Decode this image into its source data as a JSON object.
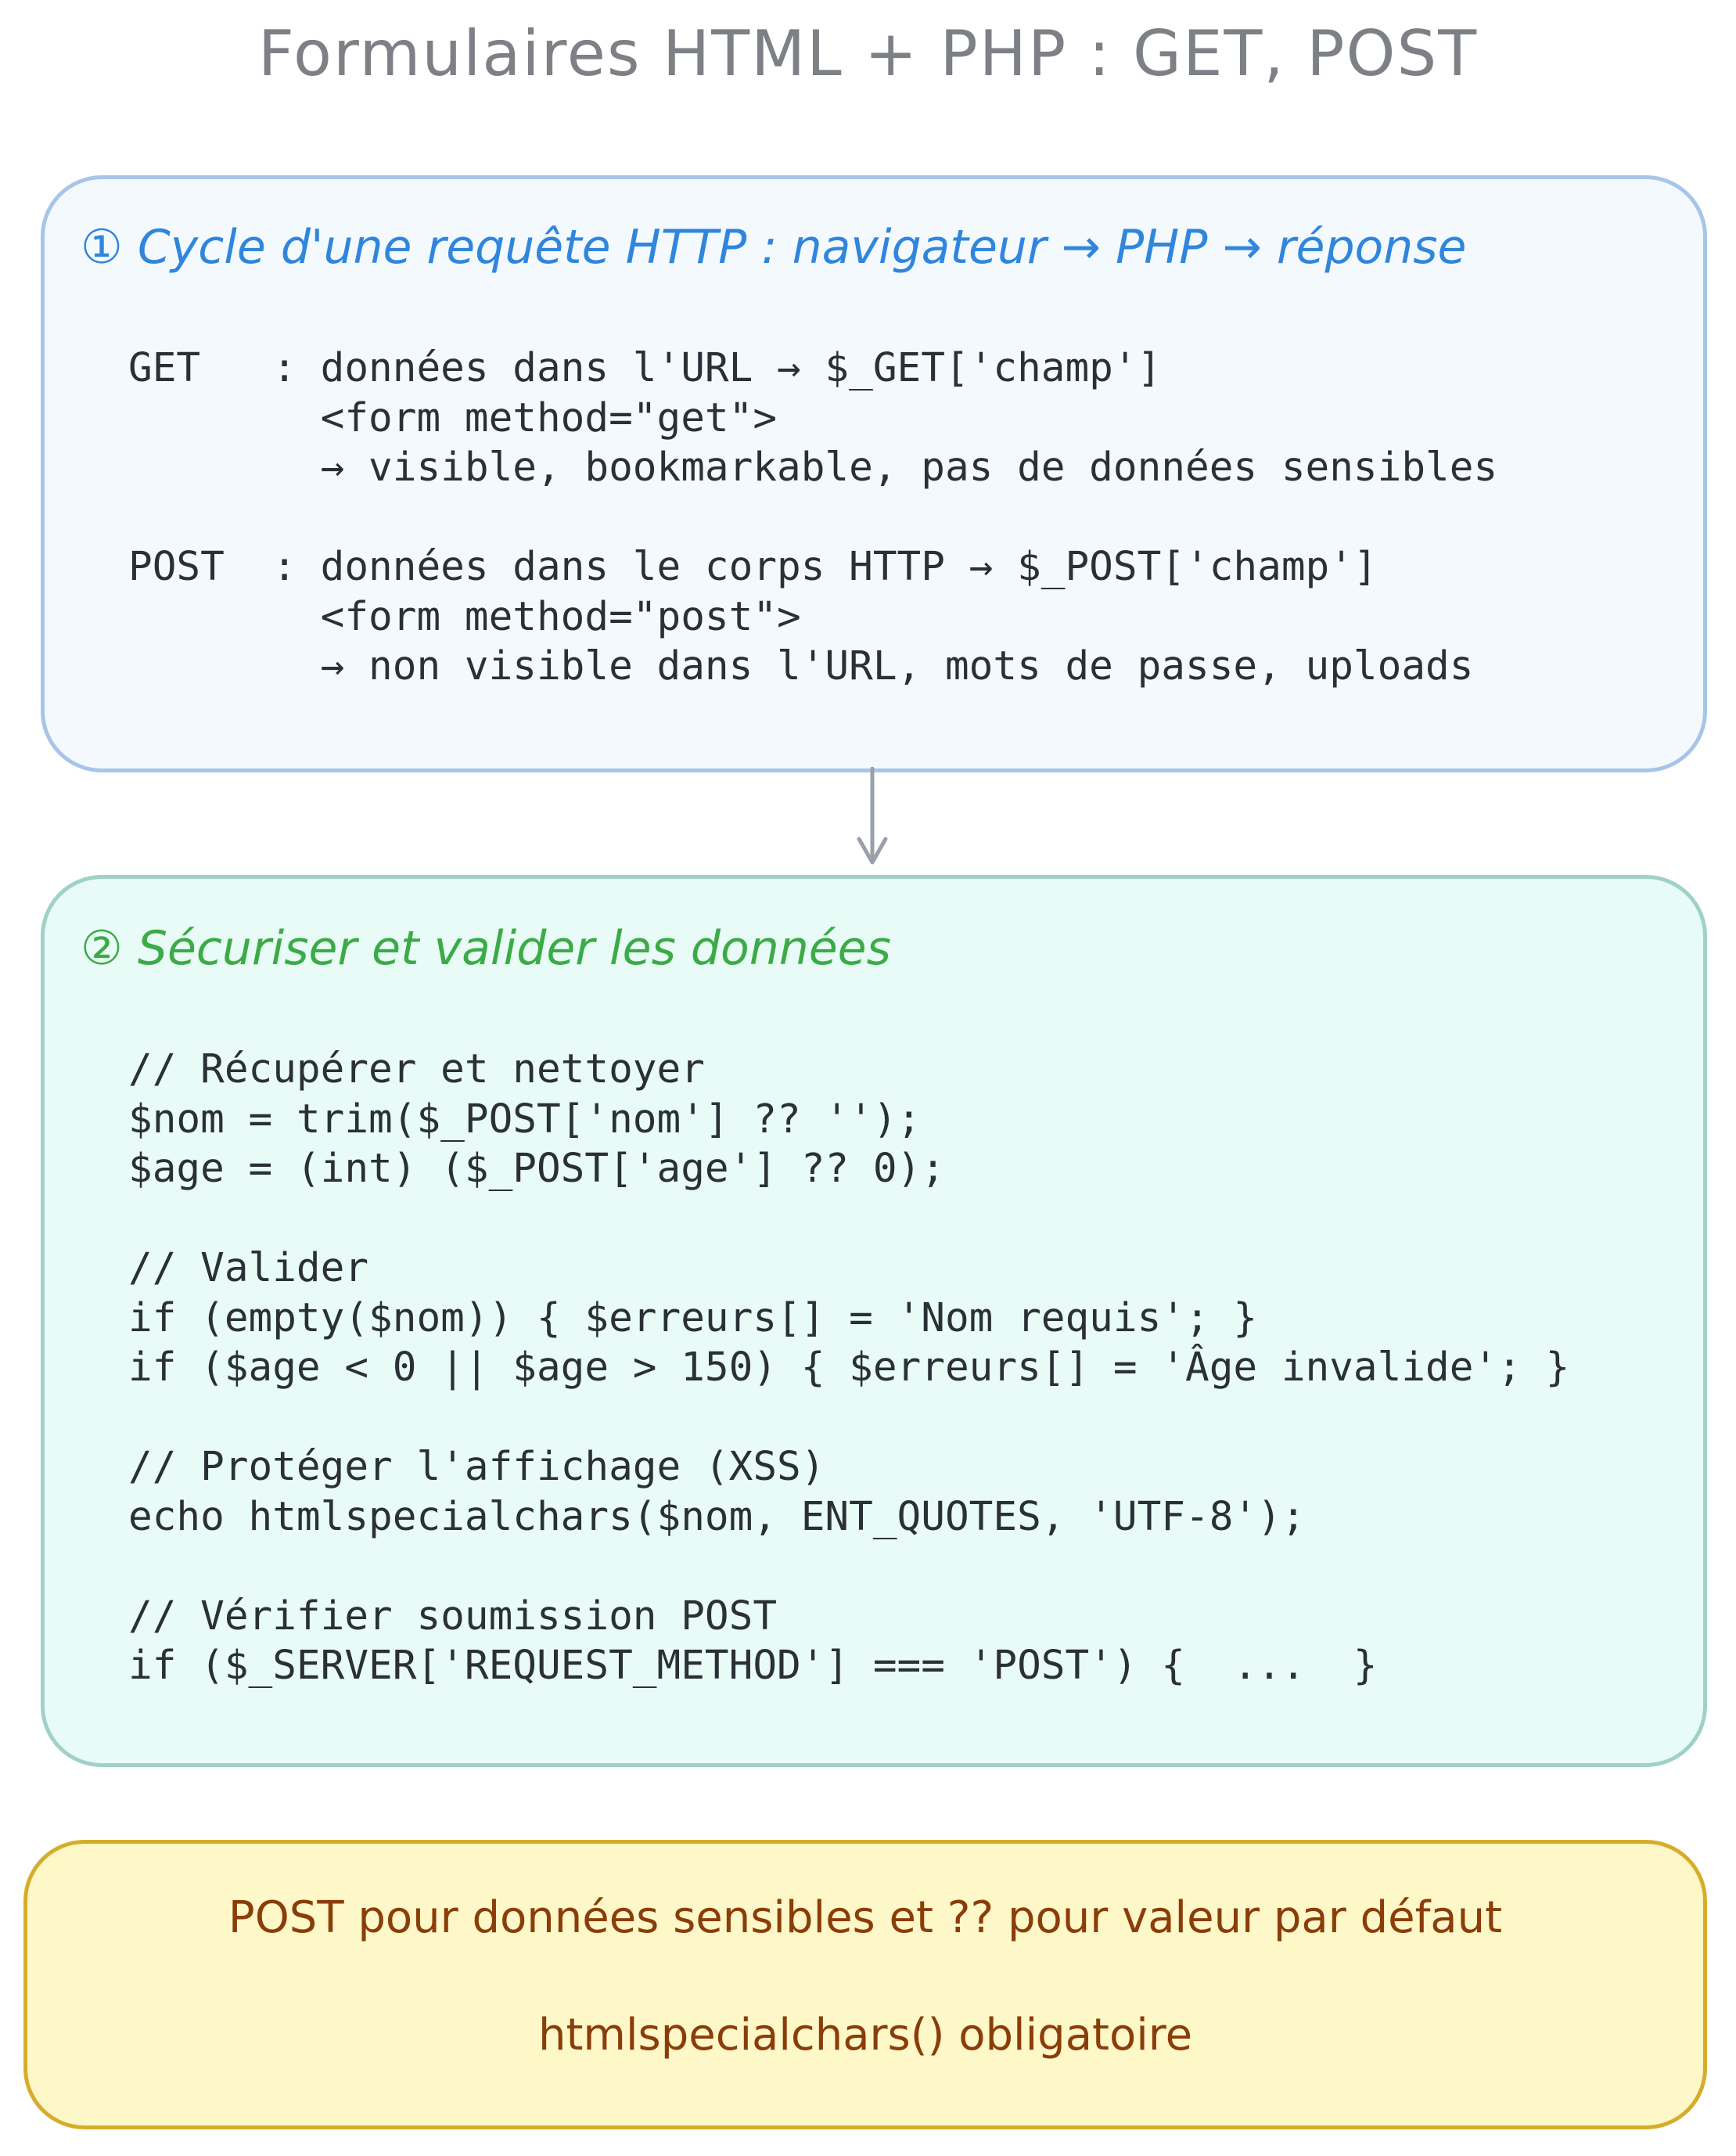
{
  "title": "Formulaires HTML + PHP : GET, POST",
  "section1": {
    "heading": "① Cycle d'une requête HTTP : navigateur → PHP → réponse",
    "code": [
      "GET   : données dans l'URL → $_GET['champ']",
      "        <form method=\"get\">",
      "        → visible, bookmarkable, pas de données sensibles",
      "",
      "POST  : données dans le corps HTTP → $_POST['champ']",
      "        <form method=\"post\">",
      "        → non visible dans l'URL, mots de passe, uploads"
    ]
  },
  "section2": {
    "heading": "② Sécuriser et valider les données",
    "code": [
      "// Récupérer et nettoyer",
      "$nom = trim($_POST['nom'] ?? '');",
      "$age = (int) ($_POST['age'] ?? 0);",
      "",
      "// Valider",
      "if (empty($nom)) { $erreurs[] = 'Nom requis'; }",
      "if ($age < 0 || $age > 150) { $erreurs[] = 'Âge invalide'; }",
      "",
      "// Protéger l'affichage (XSS)",
      "echo htmlspecialchars($nom, ENT_QUOTES, 'UTF-8');",
      "",
      "// Vérifier soumission POST",
      "if ($_SERVER['REQUEST_METHOD'] === 'POST') {  ...  }"
    ]
  },
  "summary": {
    "line1": "POST pour données sensibles  et  ?? pour valeur par défaut",
    "line2": "htmlspecialchars() obligatoire"
  },
  "colors": {
    "section1_accent": "#2f86dc",
    "section2_accent": "#3bab46",
    "summary_text": "#8a3d0a",
    "connector": "#9aa0aa"
  }
}
